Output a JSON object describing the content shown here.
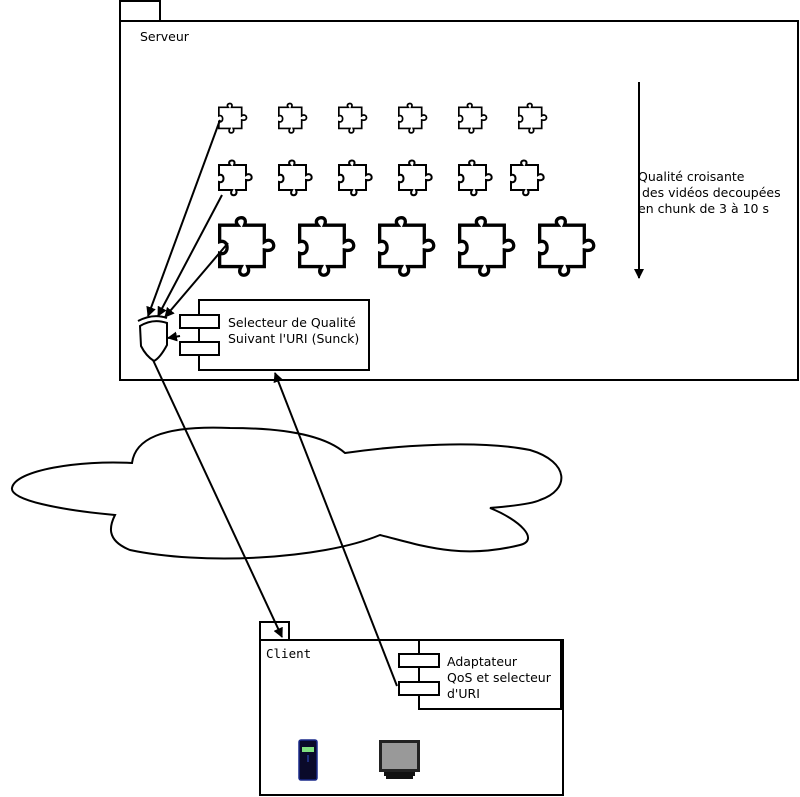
{
  "server": {
    "label": "Serveur"
  },
  "quality_note": {
    "lines": [
      "Qualité croisante",
      " des vidéos decoupées",
      "en chunk de 3 à 10 s"
    ]
  },
  "selector": {
    "lines": [
      "Selecteur de Qualité",
      "Suivant l'URI (Sunck)"
    ]
  },
  "client": {
    "label": "Client"
  },
  "adapter": {
    "lines": [
      "Adaptateur",
      "QoS et selecteur",
      "d'URI"
    ]
  },
  "chunk_rows": [
    {
      "count": 6,
      "quality": "low"
    },
    {
      "count": 6,
      "quality": "medium"
    },
    {
      "count": 5,
      "quality": "high"
    }
  ],
  "icons": [
    "puzzle-piece-icon",
    "xor-gate-icon",
    "component-icon",
    "cloud-icon",
    "phone-icon",
    "monitor-icon"
  ]
}
